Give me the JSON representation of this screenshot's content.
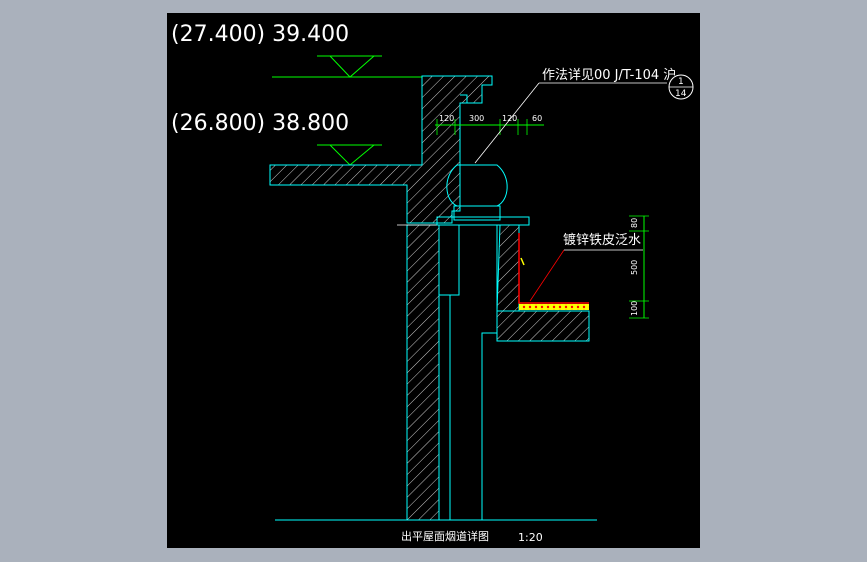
{
  "levels": [
    {
      "label": "(27.400) 39.400"
    },
    {
      "label": "(26.800) 38.800"
    }
  ],
  "notes": {
    "method_ref": "作法详见00 J/T-104 沪",
    "detail_num": "1",
    "sheet_num": "14",
    "flashing": "镀锌铁皮泛水"
  },
  "dimensions": {
    "horizontal": [
      "120",
      "300",
      "120",
      "60"
    ],
    "vertical": [
      "80",
      "500",
      "100"
    ]
  },
  "title": {
    "name": "出平屋面烟道详图",
    "scale": "1:20"
  },
  "colors": {
    "background": "#000000",
    "frame": "#aab1bc",
    "concrete": "#ffffff",
    "outline": "#00ffff",
    "dimension": "#00ff00",
    "level_line": "#00ff00",
    "flashing": "#ff0000",
    "insulation": "#ffff00"
  }
}
